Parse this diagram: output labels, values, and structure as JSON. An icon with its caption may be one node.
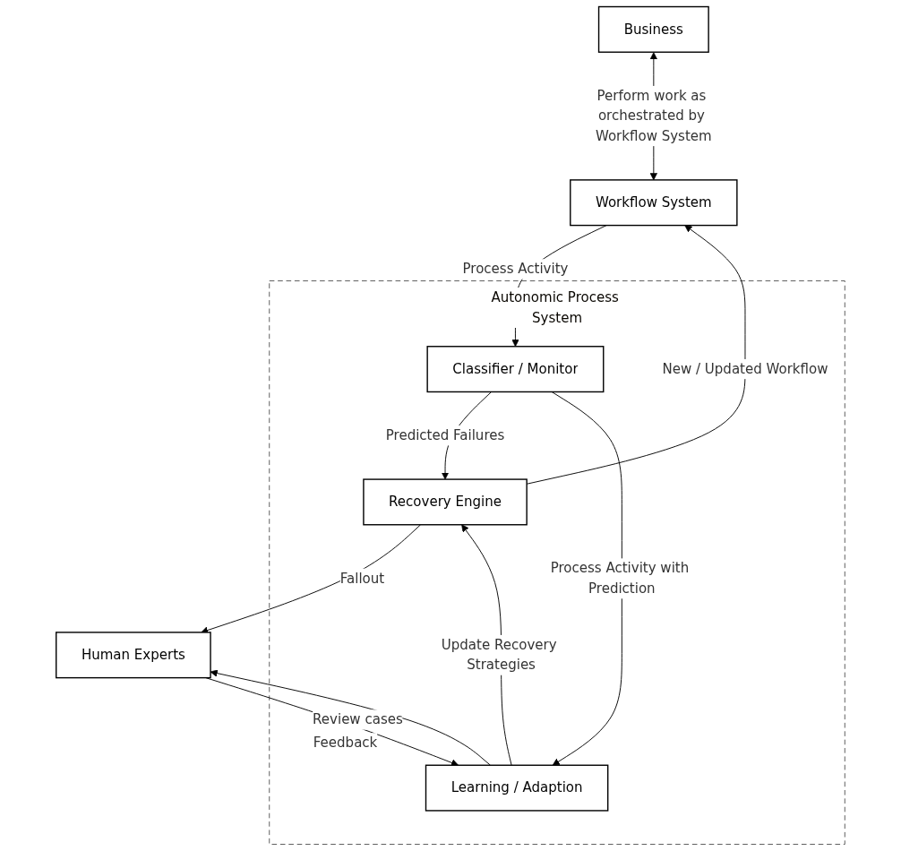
{
  "diagram": {
    "nodes": [
      {
        "text": [
          "Business"
        ]
      },
      {
        "text": [
          "Workflow System"
        ]
      },
      {
        "text": [
          "Autonomic Process System"
        ]
      },
      {
        "text": [
          "Classifier / Monitor"
        ],
        "in": 2
      },
      {
        "text": [
          "Recovery Engine"
        ],
        "in": 2
      },
      {
        "text": [
          "Human Experts"
        ]
      },
      {
        "text": [
          "Learning / Adaption"
        ],
        "in": 2
      }
    ],
    "edges": [
      {
        "from": 0,
        "to": 1,
        "arrow": "both",
        "label": "Perform work as orchestrated by Workflow System"
      },
      {
        "from": 1,
        "to": 3,
        "arrow": "to",
        "label": "Process Activity"
      },
      {
        "from": 4,
        "to": 1,
        "arrow": "to",
        "label": "New / Updated Workflow"
      },
      {
        "from": 3,
        "to": 4,
        "arrow": "to",
        "label": "Predicted Failures"
      },
      {
        "from": 4,
        "to": 5,
        "arrow": "to",
        "label": "Fallout"
      },
      {
        "from": 6,
        "to": 4,
        "arrow": "to",
        "label": "Update Recovery Strategies"
      },
      {
        "from": 6,
        "to": 5,
        "arrow": "to",
        "label": "Review cases"
      },
      {
        "from": 5,
        "to": 6,
        "arrow": "to",
        "label": "Feedback"
      },
      {
        "from": 3,
        "to": 6,
        "arrow": "to",
        "label": "Process Activity with Prediction"
      }
    ]
  }
}
